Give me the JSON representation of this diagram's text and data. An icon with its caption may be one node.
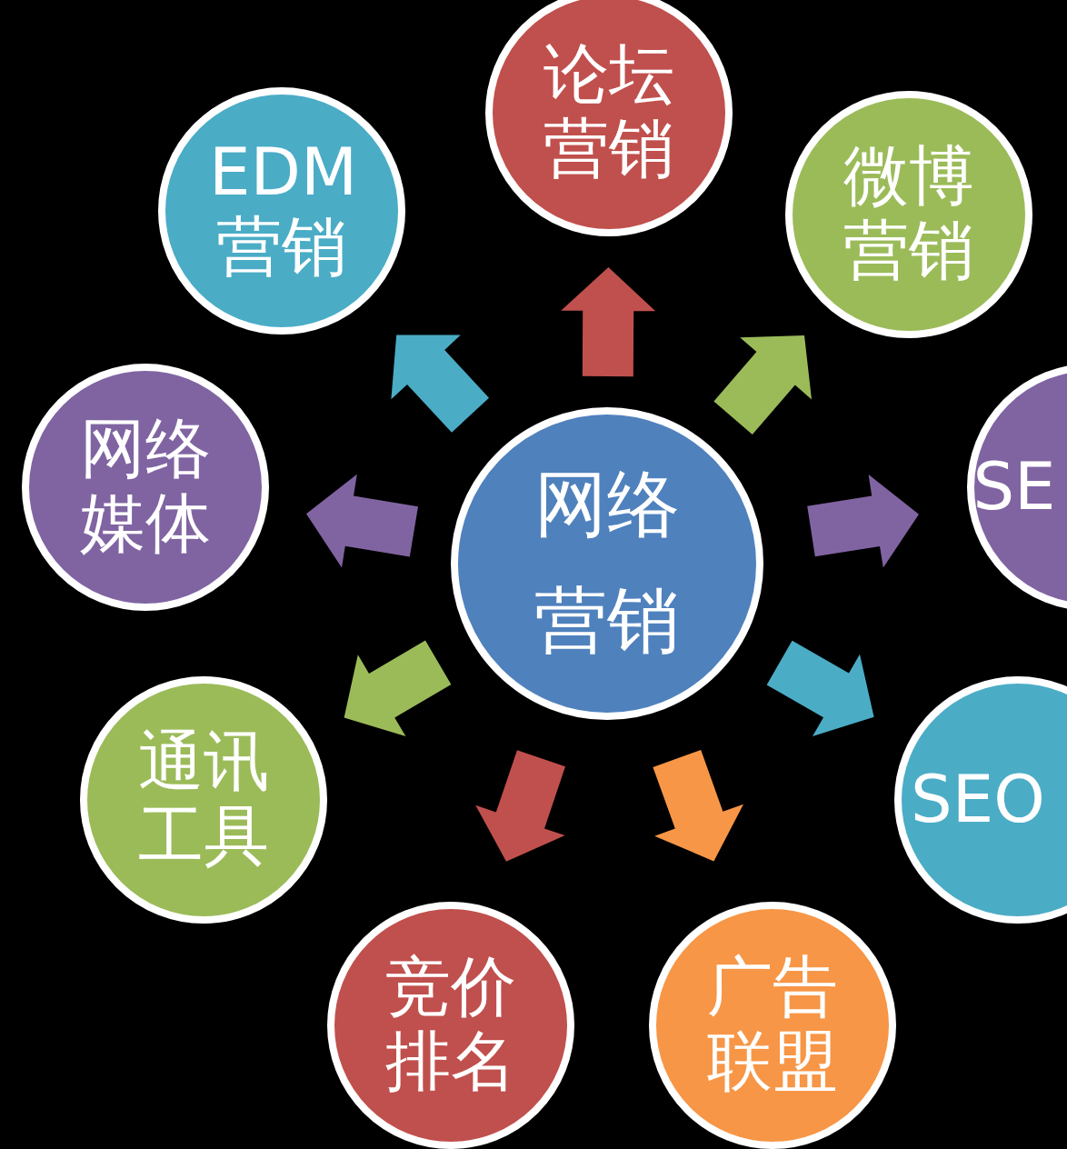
{
  "diagram": {
    "nodes": [
      {
        "text": [
          "网络营销"
        ]
      },
      {
        "text": [
          "论坛营销"
        ]
      },
      {
        "text": [
          "微博营销"
        ]
      },
      {
        "text": [
          "SE"
        ]
      },
      {
        "text": [
          "SEO"
        ]
      },
      {
        "text": [
          "广告联盟"
        ]
      },
      {
        "text": [
          "竞价排名"
        ]
      },
      {
        "text": [
          "通讯工具"
        ]
      },
      {
        "text": [
          "网络媒体"
        ]
      },
      {
        "text": [
          "EDM营销"
        ]
      }
    ],
    "edges": [
      {
        "from": 0,
        "to": 1,
        "arrow": "to",
        "color": "#c0504d"
      },
      {
        "from": 0,
        "to": 2,
        "arrow": "to",
        "color": "#9bbb59"
      },
      {
        "from": 0,
        "to": 3,
        "arrow": "to",
        "color": "#8064a2"
      },
      {
        "from": 0,
        "to": 4,
        "arrow": "to",
        "color": "#4bacc6"
      },
      {
        "from": 0,
        "to": 5,
        "arrow": "to",
        "color": "#f79646"
      },
      {
        "from": 0,
        "to": 6,
        "arrow": "to",
        "color": "#c0504d"
      },
      {
        "from": 0,
        "to": 7,
        "arrow": "to",
        "color": "#9bbb59"
      },
      {
        "from": 0,
        "to": 8,
        "arrow": "to",
        "color": "#8064a2"
      },
      {
        "from": 0,
        "to": 9,
        "arrow": "to",
        "color": "#4bacc6"
      }
    ]
  }
}
